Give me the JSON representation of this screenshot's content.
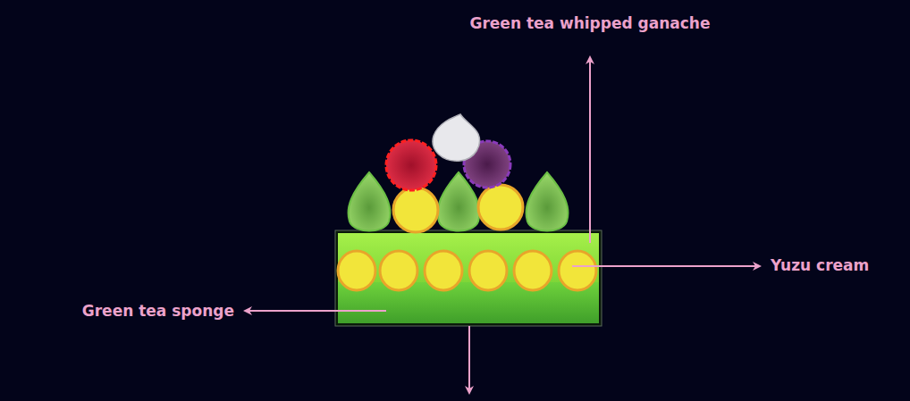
{
  "diagram": {
    "labels": [
      "Green tea whipped ganache",
      "Yuzu cream",
      "Green tea sponge"
    ]
  }
}
